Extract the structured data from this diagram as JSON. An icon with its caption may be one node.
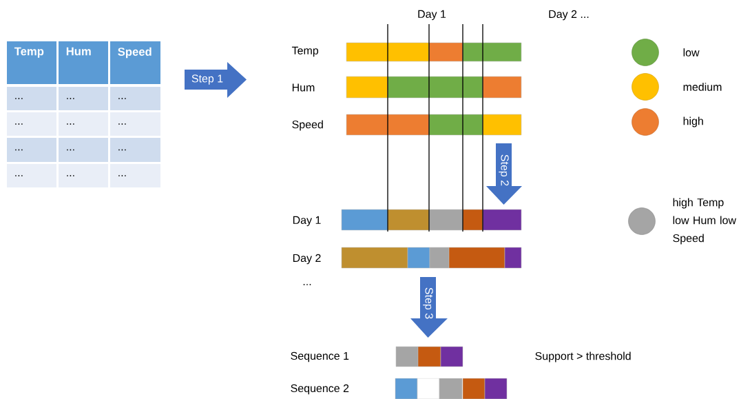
{
  "diagram": {
    "nodes": [
      {
        "text": [
          "Step 1"
        ]
      },
      {
        "text": [
          "Step 2"
        ]
      },
      {
        "text": [
          "Step 3"
        ]
      }
    ],
    "labels": [
      "Temp",
      "Hum",
      "Speed",
      "...",
      "...",
      "...",
      "...",
      "...",
      "...",
      "...",
      "...",
      "...",
      "...",
      "...",
      "...",
      "Day 1",
      "Day 2 ...",
      "Temp",
      "Hum",
      "Speed",
      "Day 1",
      "Day 2",
      "...",
      "Sequence 1",
      "Support > threshold",
      "Sequence 2"
    ],
    "legend": [
      {
        "text": "low",
        "color": "#70ad47"
      },
      {
        "text": "medium",
        "color": "#ffc000"
      },
      {
        "text": "high",
        "color": "#ed7d31"
      },
      {
        "text": "high Temp low Hum low Speed",
        "color": "#a5a5a5"
      }
    ]
  }
}
